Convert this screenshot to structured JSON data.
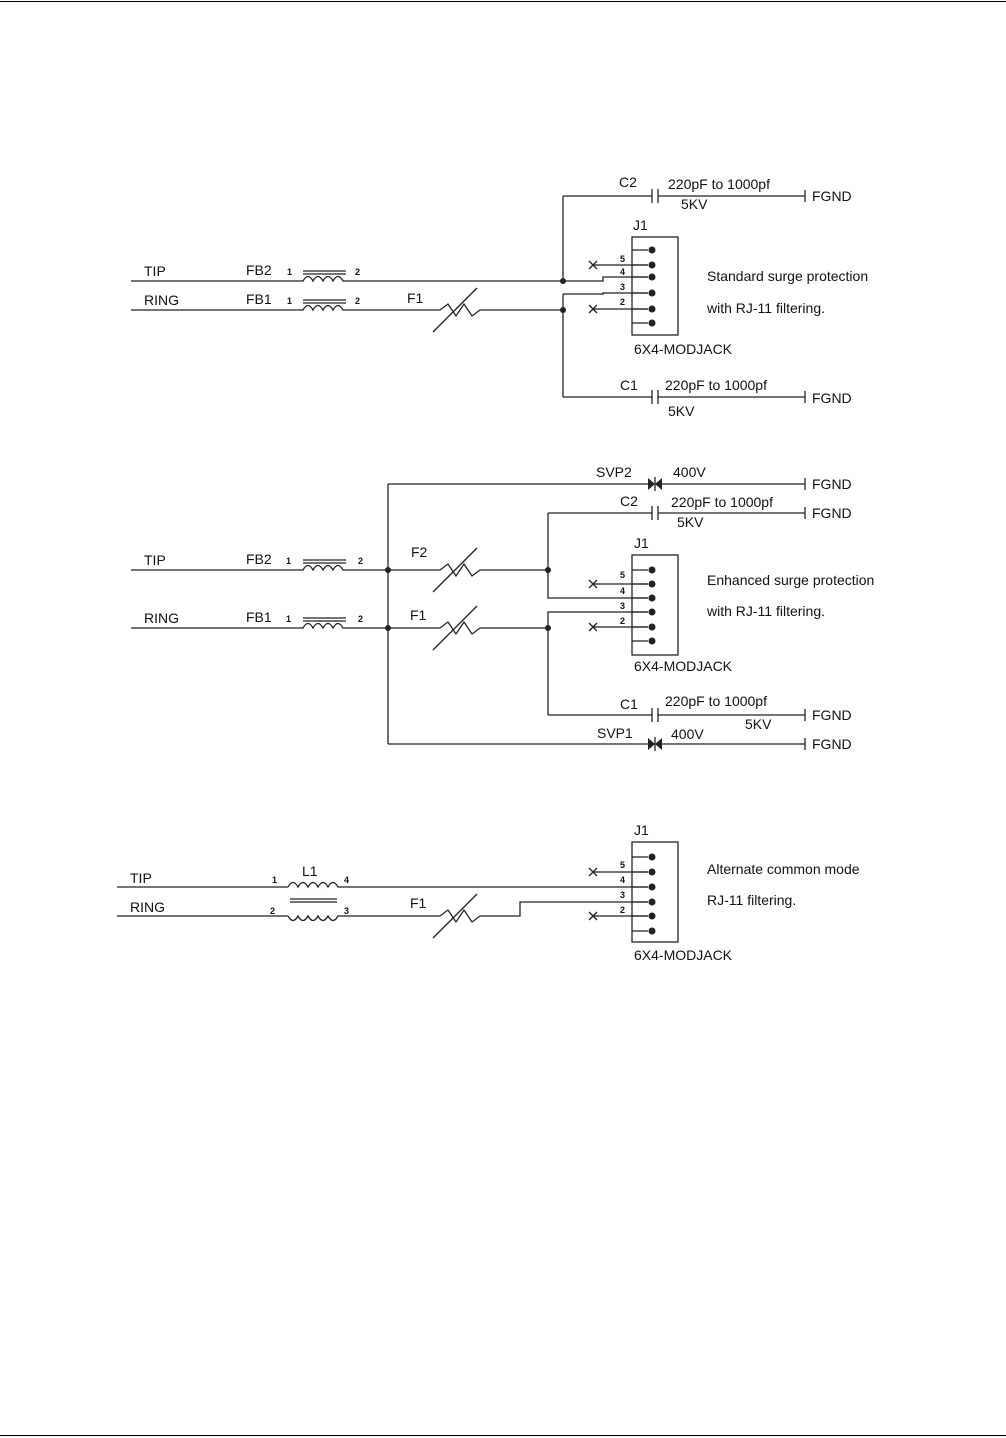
{
  "schematics": [
    {
      "description": "Standard surge protection",
      "description_line2": "with RJ-11 filtering.",
      "tip": "TIP",
      "ring": "RING",
      "fb_tip": "FB2",
      "fb_ring": "FB1",
      "pin1": "1",
      "pin2": "2",
      "fuse_ring": "F1",
      "c_top": "C2",
      "c_top_value": "220pF to 1000pf",
      "c_top_voltage": "5KV",
      "c_bottom": "C1",
      "c_bottom_value": "220pF to 1000pf",
      "c_bottom_voltage": "5KV",
      "fgnd": "FGND",
      "jack_ref": "J1",
      "jack_name": "6X4-MODJACK",
      "jack_pins": [
        "5",
        "4",
        "3",
        "2"
      ]
    },
    {
      "description": "Enhanced surge protection",
      "description_line2": "with RJ-11 filtering.",
      "tip": "TIP",
      "ring": "RING",
      "fb_tip": "FB2",
      "fb_ring": "FB1",
      "pin1": "1",
      "pin2": "2",
      "fuse_tip": "F2",
      "fuse_ring": "F1",
      "svp_top": "SVP2",
      "svp_top_voltage": "400V",
      "svp_bottom": "SVP1",
      "svp_bottom_voltage": "400V",
      "c_top": "C2",
      "c_top_value": "220pF to 1000pf",
      "c_top_voltage": "5KV",
      "c_bottom": "C1",
      "c_bottom_value": "220pF to 1000pf",
      "c_bottom_voltage": "5KV",
      "fgnd": "FGND",
      "jack_ref": "J1",
      "jack_name": "6X4-MODJACK",
      "jack_pins": [
        "5",
        "4",
        "3",
        "2"
      ]
    },
    {
      "description": "Alternate common mode",
      "description_line2": "RJ-11 filtering.",
      "tip": "TIP",
      "ring": "RING",
      "inductor": "L1",
      "l_pin1": "1",
      "l_pin2": "2",
      "l_pin3": "3",
      "l_pin4": "4",
      "fuse_ring": "F1",
      "jack_ref": "J1",
      "jack_name": "6X4-MODJACK",
      "jack_pins": [
        "5",
        "4",
        "3",
        "2"
      ]
    }
  ]
}
